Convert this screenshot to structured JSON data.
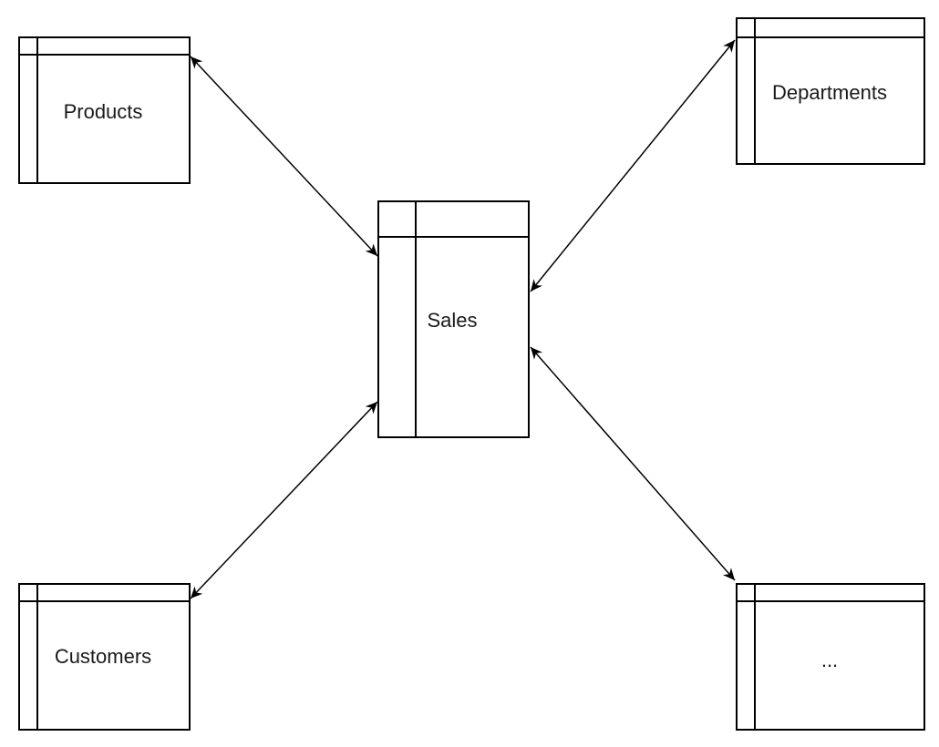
{
  "diagram": {
    "entities": {
      "products": "Products",
      "departments": "Departments",
      "sales": "Sales",
      "customers": "Customers",
      "other": "..."
    }
  }
}
